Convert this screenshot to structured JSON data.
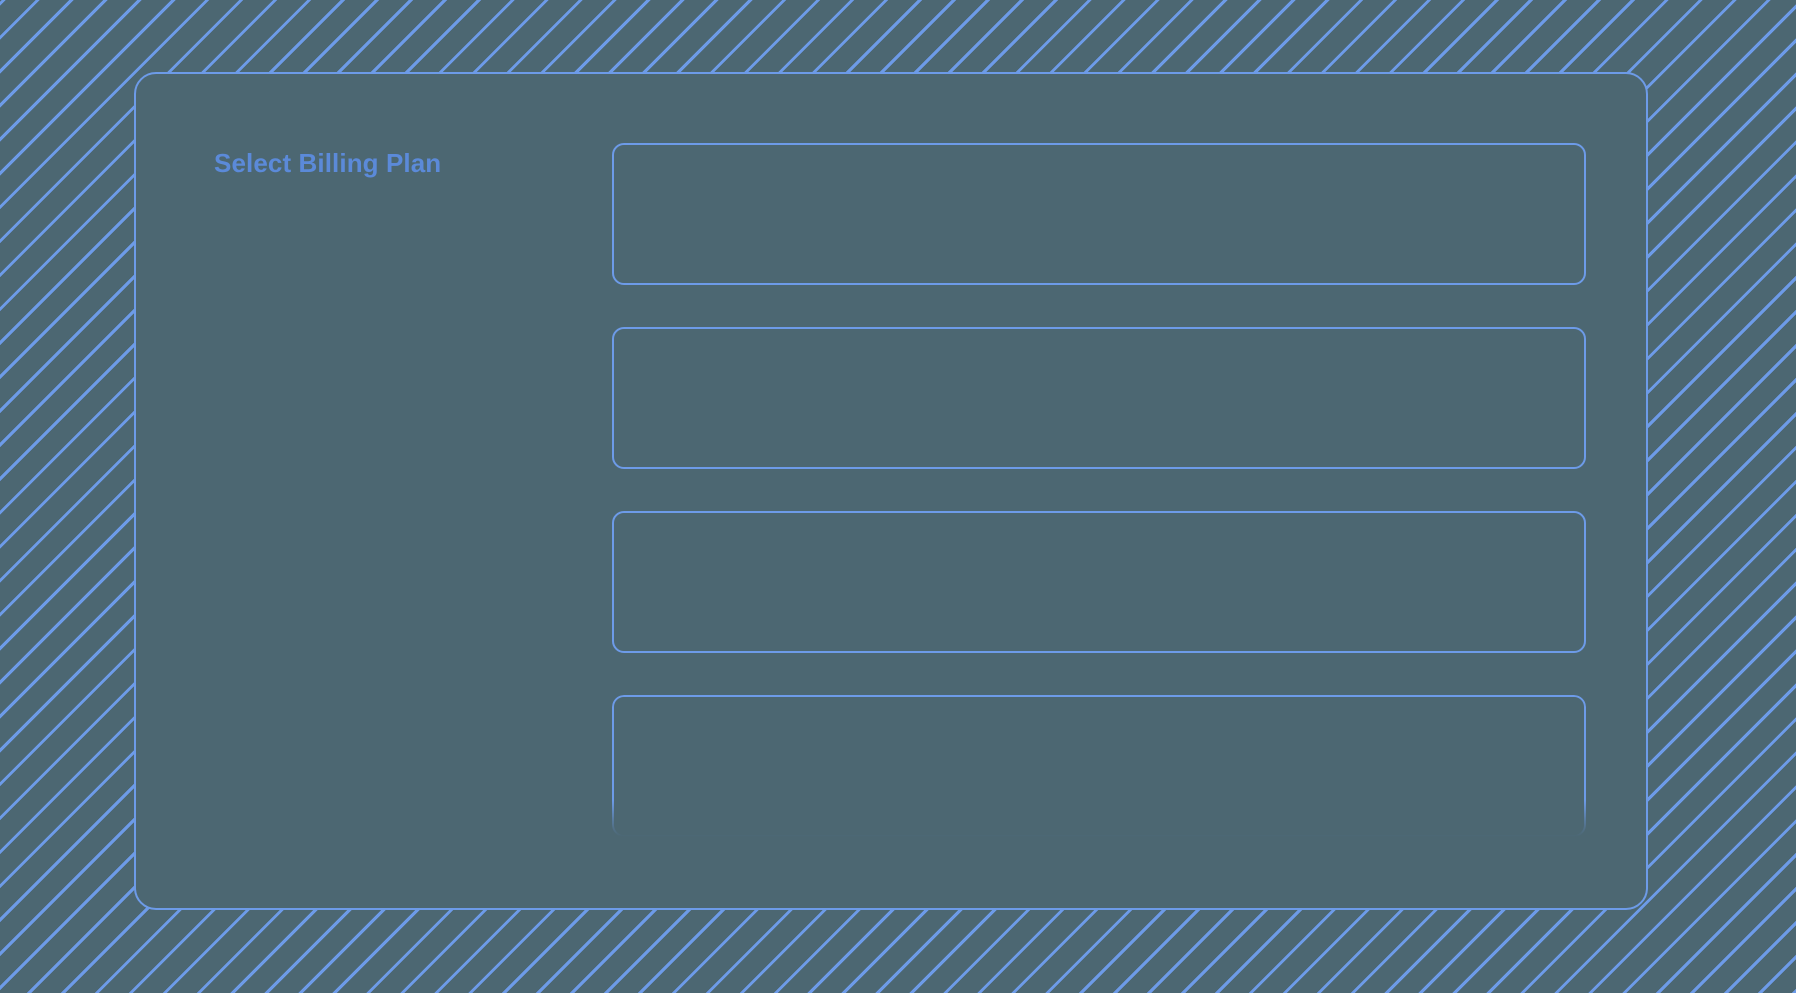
{
  "page": {
    "background_color": "#4c6772",
    "hatch_stripe_color": "#6d9be8",
    "accent_color": "#6d9be8",
    "title_color": "#5b8ad9"
  },
  "panel": {
    "title": "Select Billing Plan",
    "border_color": "#6d9be8",
    "fill_color": "#4c6772"
  },
  "plan_options": [
    {
      "label": "",
      "state": "empty",
      "clipped": false
    },
    {
      "label": "",
      "state": "empty",
      "clipped": false
    },
    {
      "label": "",
      "state": "empty",
      "clipped": false
    },
    {
      "label": "",
      "state": "empty",
      "clipped": true
    }
  ]
}
